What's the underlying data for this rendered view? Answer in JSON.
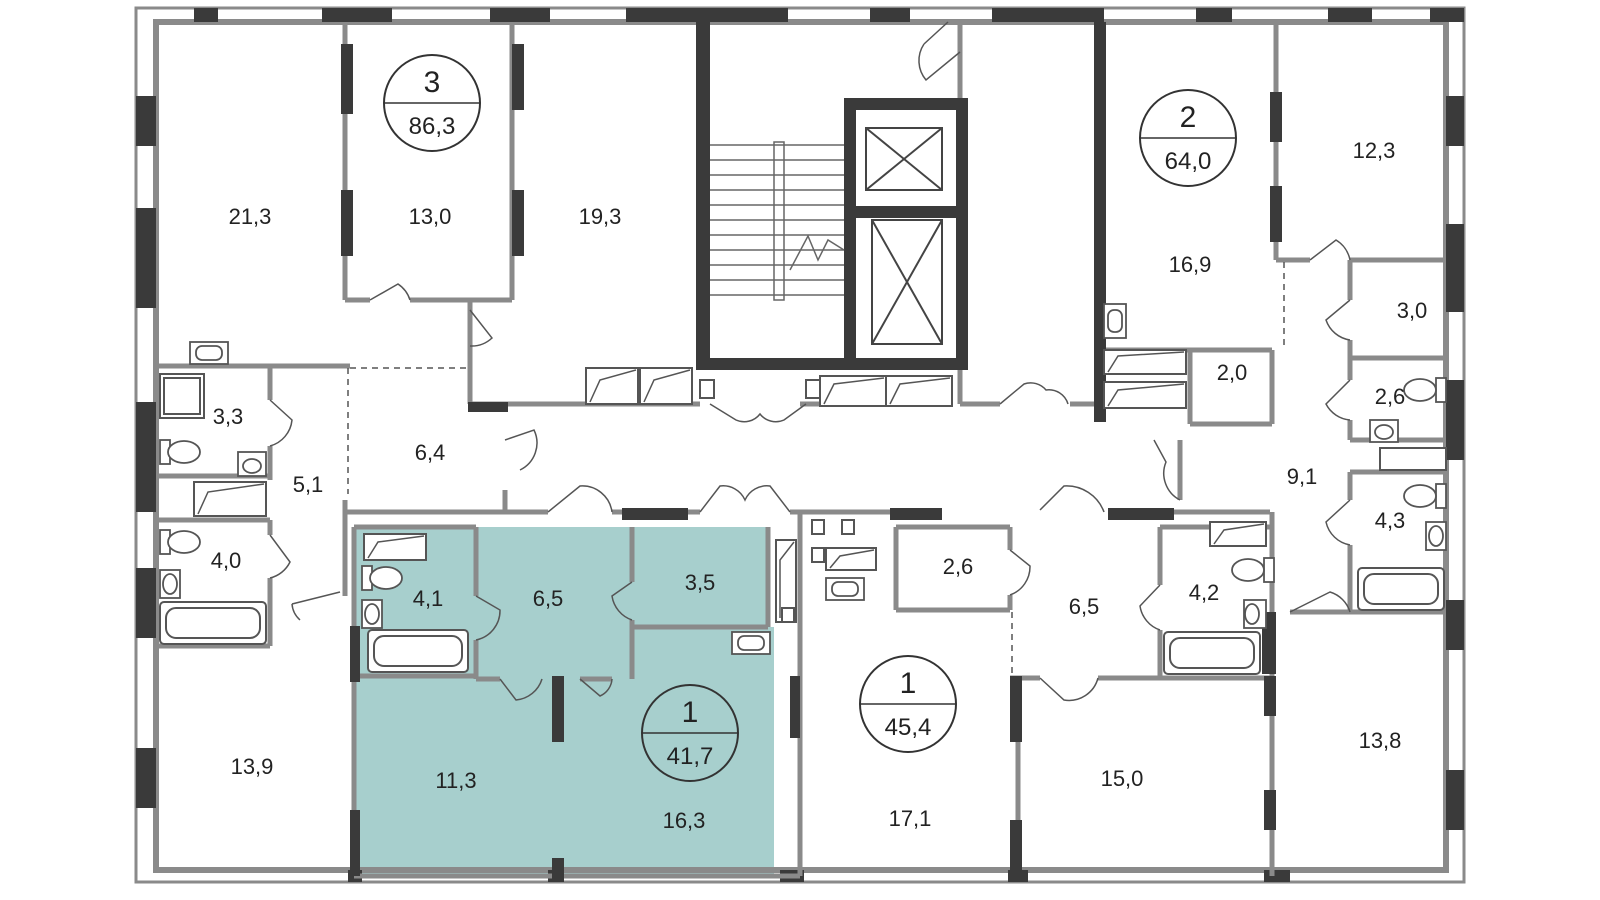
{
  "colors": {
    "background": "#ffffff",
    "highlight": "#a7cfcd",
    "wall_dark": "#3a3a3a",
    "wall_grey": "#8a8a8a",
    "text": "#222222"
  },
  "apartments": [
    {
      "id": "apt3",
      "number": "3",
      "area": "86,3"
    },
    {
      "id": "apt2",
      "number": "2",
      "area": "64,0"
    },
    {
      "id": "apt1a",
      "number": "1",
      "area": "41,7",
      "highlighted": true
    },
    {
      "id": "apt1b",
      "number": "1",
      "area": "45,4"
    }
  ],
  "rooms": [
    "21,3",
    "13,0",
    "19,3",
    "16,9",
    "12,3",
    "3,0",
    "2,0",
    "2,6",
    "3,3",
    "6,4",
    "9,1",
    "5,1",
    "4,3",
    "4,0",
    "4,1",
    "6,5",
    "3,5",
    "2,6",
    "6,5",
    "4,2",
    "11,3",
    "16,3",
    "17,1",
    "15,0",
    "13,8",
    "13,9"
  ],
  "icons": [
    "stair-icon",
    "elevator-icon",
    "toilet-icon",
    "sink-icon",
    "bathtub-icon",
    "shower-icon",
    "door-swing-icon"
  ]
}
